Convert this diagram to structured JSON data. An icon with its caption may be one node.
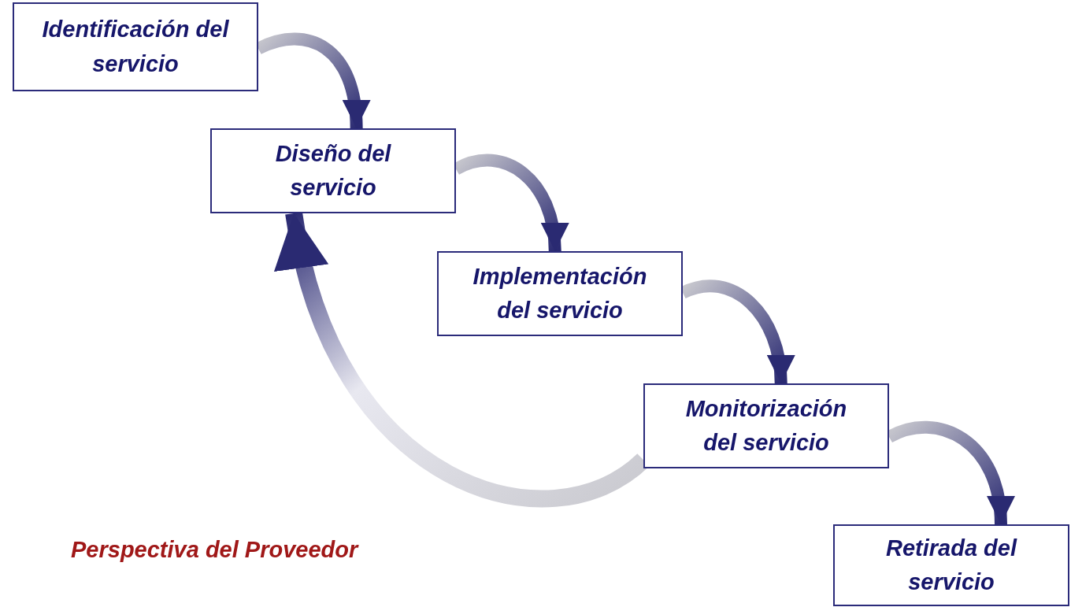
{
  "diagram": {
    "nodes": [
      {
        "text": [
          "Identificación del servicio"
        ]
      },
      {
        "text": [
          "Diseño del servicio"
        ]
      },
      {
        "text": [
          "Implementación del servicio"
        ]
      },
      {
        "text": [
          "Monitorización del servicio"
        ]
      },
      {
        "text": [
          "Retirada del servicio"
        ]
      }
    ],
    "edges": [
      {
        "from": 0,
        "to": 1,
        "arrow": "to"
      },
      {
        "from": 1,
        "to": 2,
        "arrow": "to"
      },
      {
        "from": 2,
        "to": 3,
        "arrow": "to"
      },
      {
        "from": 3,
        "to": 4,
        "arrow": "to"
      },
      {
        "from": 3,
        "to": 1,
        "arrow": "to",
        "style": "thick"
      }
    ],
    "labels": [
      "Perspectiva del Proveedor"
    ]
  }
}
